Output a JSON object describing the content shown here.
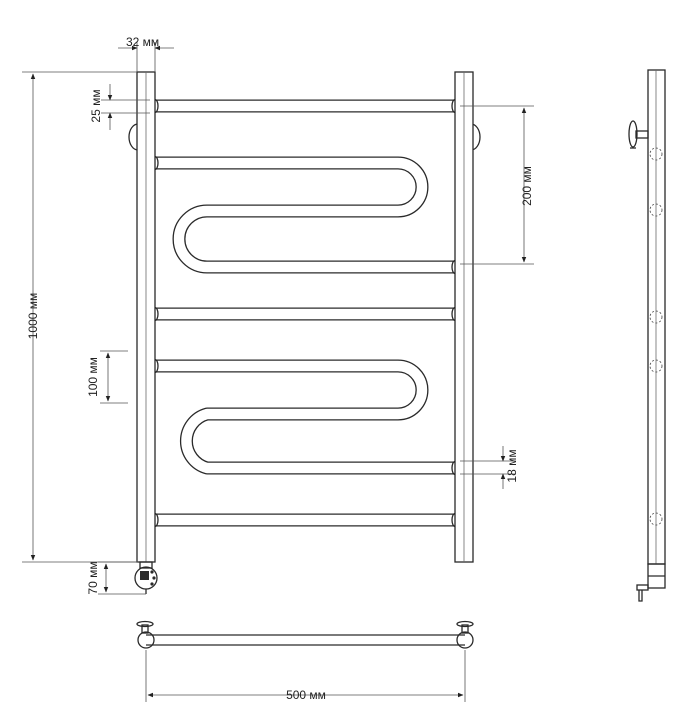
{
  "dimensions": {
    "rail_width": "32 мм",
    "top_offset": "25 мм",
    "overall_height": "1000 мм",
    "step_height": "200 мм",
    "loop_spacing": "100 мм",
    "pipe_diameter": "18 мм",
    "heater_height": "70 мм",
    "overall_width": "500 мм"
  },
  "colors": {
    "line": "#2a2a2a",
    "background": "#ffffff"
  }
}
